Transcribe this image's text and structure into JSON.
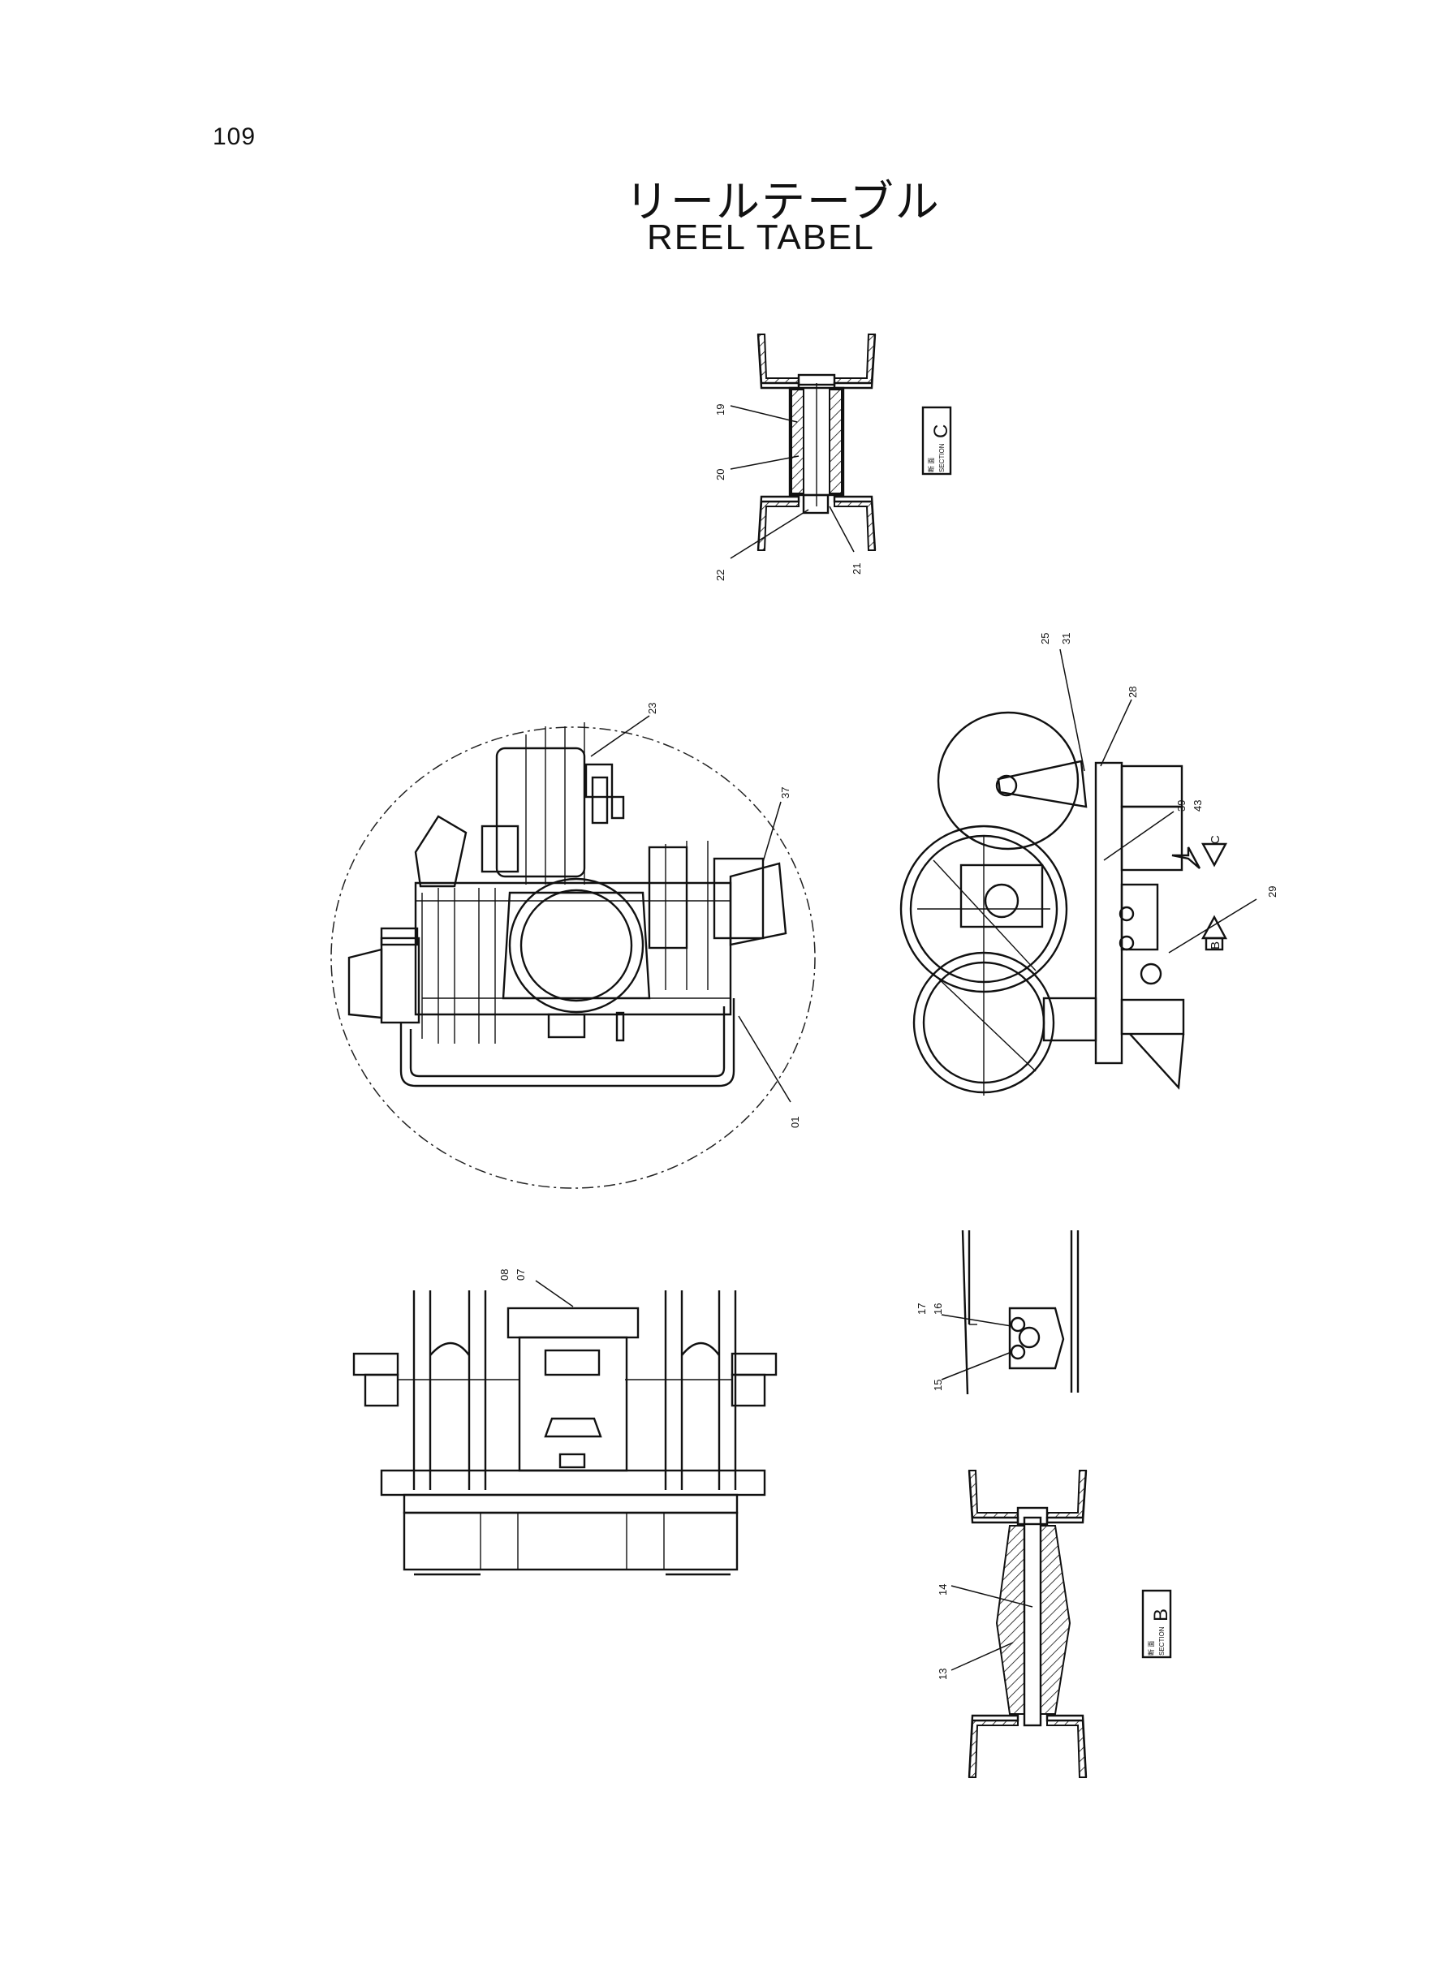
{
  "page": {
    "number": "109",
    "title_jp": "リールテーブル",
    "title_en": "REEL TABEL"
  },
  "sections": {
    "c": {
      "label_small": "SECTION",
      "label_letter": "C",
      "kanji": "断 面"
    },
    "b": {
      "label_small": "SECTION",
      "label_letter": "B",
      "kanji": "断 面"
    }
  },
  "view_arrows": {
    "c": "C",
    "b": "B"
  },
  "callouts": {
    "c19": "19",
    "c20": "20",
    "c21": "21",
    "c22": "22",
    "c23": "23",
    "c37": "37",
    "c01": "01",
    "c25": "25",
    "c31": "31",
    "c28": "28",
    "c39": "39",
    "c43": "43",
    "c29": "29",
    "c08": "08",
    "c07": "07",
    "c17": "17",
    "c16": "16",
    "c15": "15",
    "c14": "14",
    "c13": "13"
  }
}
